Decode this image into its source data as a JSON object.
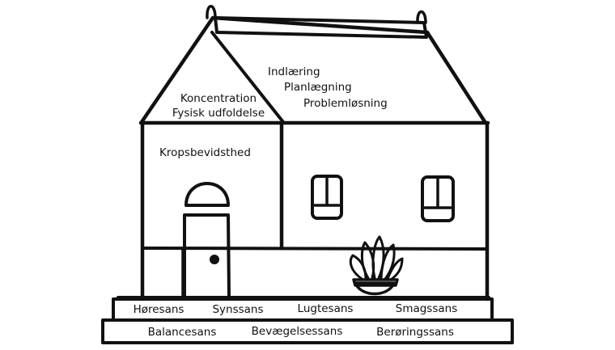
{
  "labels": {
    "gable": [
      "Koncentration",
      "Fysisk udfoldelse"
    ],
    "roof": [
      "Indlæring",
      "Planlægning",
      "Problemløsning"
    ],
    "wall": "Kropsbevidsthed"
  },
  "foundation": {
    "upper_step": [
      "Høresans",
      "Synssans",
      "Lugtesans",
      "Smagssans"
    ],
    "lower_step": [
      "Balancesans",
      "Bevægelsessans",
      "Berøringssans"
    ]
  },
  "colors": {
    "ink": "#111111",
    "background": "#ffffff"
  }
}
